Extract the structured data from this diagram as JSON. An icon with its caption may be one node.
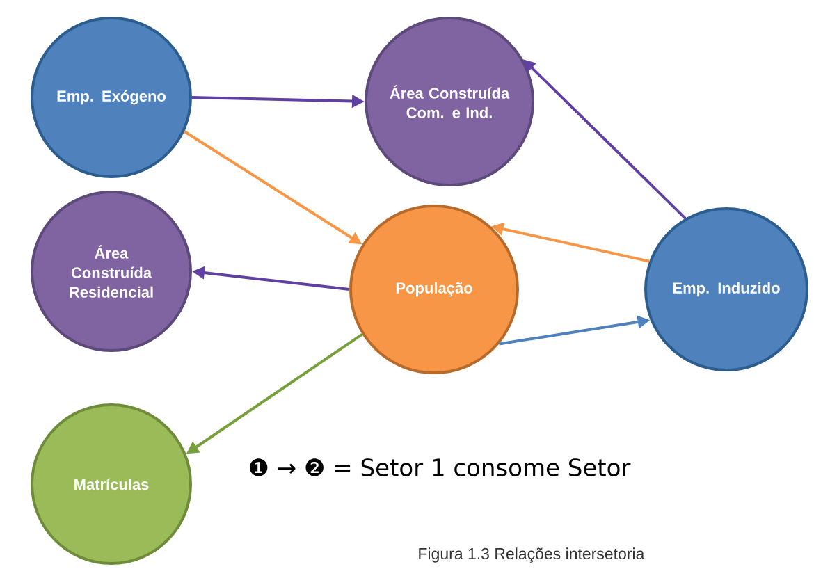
{
  "diagram": {
    "caption": "Figura 1.3 Relações intersetoria",
    "nodes": [
      {
        "text": [
          "Emp. Exógeno"
        ]
      },
      {
        "text": [
          "Área Construída Com. e Ind."
        ]
      },
      {
        "text": [
          "Área Construída Residencial"
        ]
      },
      {
        "text": [
          "População"
        ]
      },
      {
        "text": [
          "Emp. Induzido"
        ]
      },
      {
        "text": [
          "Matrículas"
        ]
      }
    ],
    "edges": [
      {
        "from": 0,
        "to": 1,
        "arrow": "to",
        "color": "#6040a0"
      },
      {
        "from": 0,
        "to": 3,
        "arrow": "to",
        "color": "#f79646"
      },
      {
        "from": 4,
        "to": 1,
        "arrow": "to",
        "color": "#6040a0"
      },
      {
        "from": 4,
        "to": 3,
        "arrow": "to",
        "color": "#f79646"
      },
      {
        "from": 3,
        "to": 2,
        "arrow": "to",
        "color": "#6040a0"
      },
      {
        "from": 3,
        "to": 4,
        "arrow": "to",
        "color": "#4f81bd"
      },
      {
        "from": 3,
        "to": 5,
        "arrow": "to",
        "color": "#77a03c"
      }
    ],
    "labels": [
      "❶ → ❷ = Setor 1 consome Setor"
    ]
  }
}
